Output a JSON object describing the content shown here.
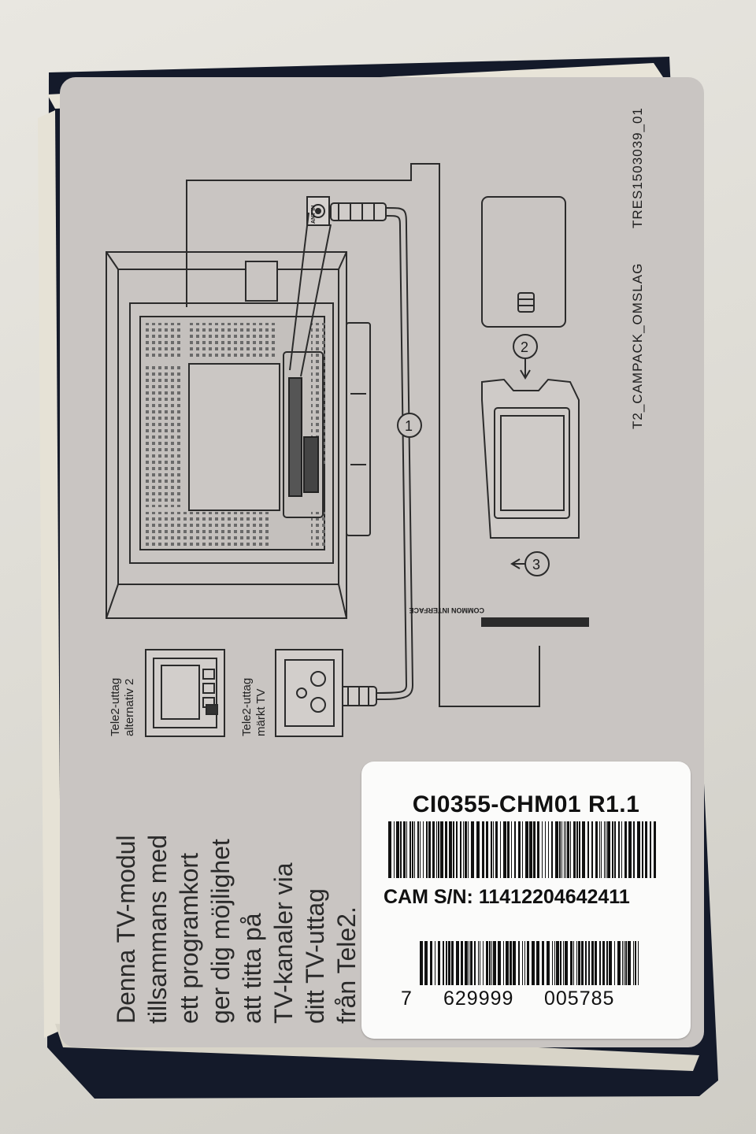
{
  "box": {
    "product_code": "TRES1503039_01",
    "campack_label": "T2_CAMPACK_OMSLAG"
  },
  "diagram": {
    "ant_in_label": "ANT IN",
    "step_1": "1",
    "step_2": "2",
    "step_3": "3",
    "common_interface_label": "COMMON INTERFACE",
    "outlet_tv_label_lines": [
      "Tele2-uttag",
      "märkt TV"
    ],
    "outlet_alt_label_lines": [
      "Tele2-uttag",
      "alternativ 2"
    ]
  },
  "description_lines": [
    "Denna TV-modul",
    "tillsammans med",
    "ett programkort",
    "ger dig möjlighet",
    "att titta på",
    "TV-kanaler via",
    "ditt TV-uttag",
    "från Tele2."
  ],
  "sticker": {
    "model": "CI0355-CHM01 R1.1",
    "serial_label": "CAM S/N:",
    "serial_number": "11412204642411",
    "ean_lead": "7",
    "ean_group1": "629999",
    "ean_group2": "005785"
  },
  "colors": {
    "background": "#e3e1db",
    "box_edge": "#141a2a",
    "panel": "#c9c5c2",
    "line_art": "#2b2b2b",
    "sticker": "#fbfbfa"
  }
}
